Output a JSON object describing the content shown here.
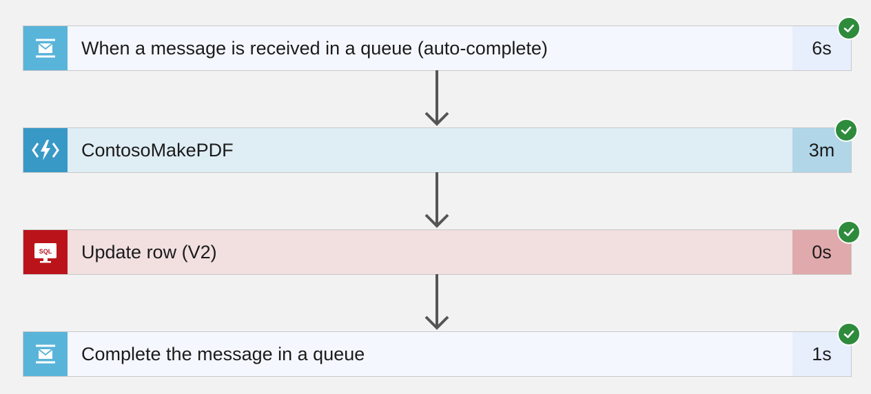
{
  "flow": {
    "steps": [
      {
        "title": "When a message is received in a queue (auto-complete)",
        "duration": "6s",
        "status": "succeeded",
        "icon": "service-bus-queue-icon",
        "colors": {
          "icon_bg": "#59b4d9",
          "body_bg": "#f4f7fd",
          "duration_bg": "#e7eefc"
        }
      },
      {
        "title": "ContosoMakePDF",
        "duration": "3m",
        "status": "succeeded",
        "icon": "azure-function-icon",
        "colors": {
          "icon_bg": "#3999c6",
          "body_bg": "#dfedf5",
          "duration_bg": "#b0d6e8"
        }
      },
      {
        "title": "Update row (V2)",
        "duration": "0s",
        "status": "succeeded",
        "icon": "sql-server-icon",
        "colors": {
          "icon_bg": "#ba141a",
          "body_bg": "#f2dfe0",
          "duration_bg": "#e0a9ab"
        }
      },
      {
        "title": "Complete the message in a queue",
        "duration": "1s",
        "status": "succeeded",
        "icon": "service-bus-queue-icon",
        "colors": {
          "icon_bg": "#59b4d9",
          "body_bg": "#f4f7fd",
          "duration_bg": "#e7eefc"
        }
      }
    ],
    "colors": {
      "success": "#2e8b3c",
      "connector": "#555555",
      "canvas": "#f2f2f2"
    }
  },
  "labels": {
    "sql_icon_text": "SQL"
  }
}
